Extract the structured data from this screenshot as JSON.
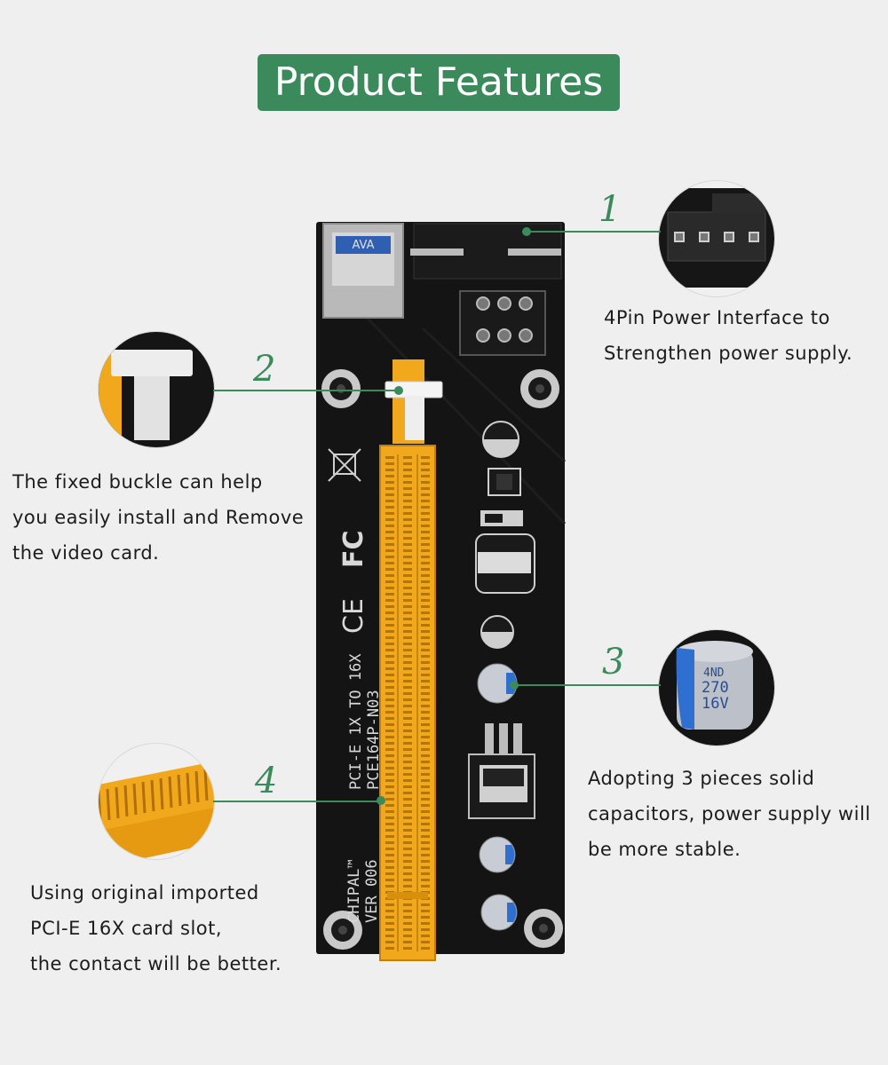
{
  "title": "Product Features",
  "features": [
    {
      "number": "1",
      "lines": [
        "4Pin Power Interface to",
        "Strengthen power supply."
      ]
    },
    {
      "number": "2",
      "lines": [
        "The fixed buckle can help",
        "you easily install and Remove",
        "the video card."
      ]
    },
    {
      "number": "3",
      "lines": [
        "Adopting 3 pieces solid",
        "capacitors, power supply will",
        "be more stable."
      ]
    },
    {
      "number": "4",
      "lines": [
        "Using original imported",
        "PCI-E 16X card slot,",
        "the contact will be better."
      ]
    }
  ],
  "board_silkscreen": {
    "model_line1": "PCI-E 1X TO 16X",
    "model_line2": "PCE164P-N03",
    "brand": "CHIPAL™",
    "version": "VER 006",
    "fcc_mark": "FC",
    "ce_mark": "CE",
    "cap_label": "270",
    "cap_voltage": "16V",
    "cap_code": "4ND"
  },
  "colors": {
    "accent": "#3a8a5c",
    "pcb": "#141414",
    "slot": "#f2a81c",
    "background": "#efefef"
  }
}
